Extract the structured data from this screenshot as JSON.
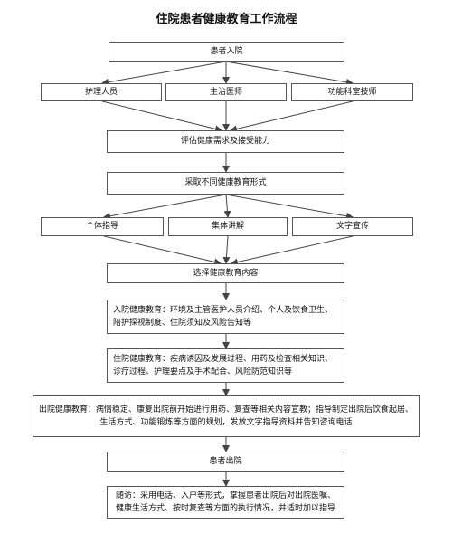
{
  "title": "住院患者健康教育工作流程",
  "colors": {
    "line": "#444444",
    "border": "#555555"
  },
  "nodes": {
    "admission": "患者入院",
    "nurse": "护理人员",
    "attending": "主治医师",
    "tech": "功能科室技师",
    "assess": "评估健康需求及接受能力",
    "forms": "采取不同健康教育形式",
    "individual": "个体指导",
    "group": "集体讲解",
    "written": "文字宣传",
    "select": "选择健康教育内容",
    "admit_edu": "入院健康教育：环境及主管医护人员介绍、个人及饮食卫生、陪护探视制度、住院须知及风险告知等",
    "stay_edu": "住院健康教育：疾病诱因及发展过程、用药及检查相关知识、诊疗过程、护理要点及手术配合、风险防范知识等",
    "discharge_edu": "出院健康教育：病情稳定、康复出院前开始进行用药、复查等相关内容宣教；指导制定出院后饮食起居、生活方式、功能锻炼等方面的规划，发放文字指导资料并告知咨询电话",
    "discharge": "患者出院",
    "followup": "随访：采用电话、入户等形式，掌握患者出院后对出院医嘱、健康生活方式、按时复查等方面的执行情况，并适时加以指导"
  }
}
